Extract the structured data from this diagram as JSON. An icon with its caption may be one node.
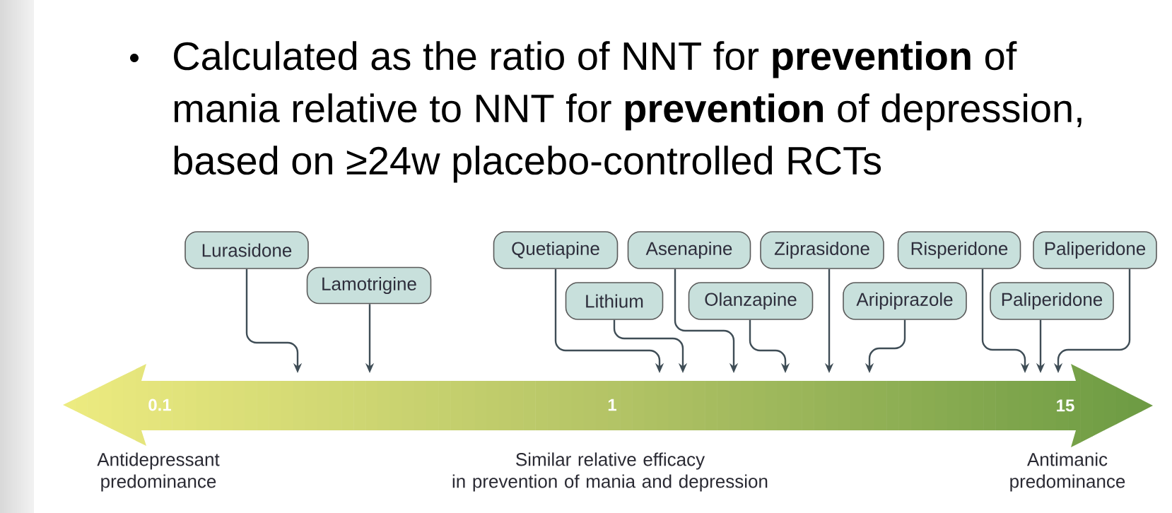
{
  "diagram": {
    "nodes": [
      {
        "text": [
          "Lurasidone"
        ]
      },
      {
        "text": [
          "Lamotrigine"
        ]
      },
      {
        "text": [
          "Quetiapine"
        ]
      },
      {
        "text": [
          "Lithium"
        ]
      },
      {
        "text": [
          "Asenapine"
        ]
      },
      {
        "text": [
          "Olanzapine"
        ]
      },
      {
        "text": [
          "Ziprasidone"
        ]
      },
      {
        "text": [
          "Aripiprazole"
        ]
      },
      {
        "text": [
          "Risperidone"
        ]
      },
      {
        "text": [
          "Paliperidone"
        ]
      },
      {
        "text": [
          "Paliperidone"
        ]
      }
    ],
    "edges": [
      {
        "from": 0,
        "to": null,
        "arrow": "to"
      },
      {
        "from": 1,
        "to": null,
        "arrow": "to"
      },
      {
        "from": 2,
        "to": null,
        "arrow": "to"
      },
      {
        "from": 3,
        "to": null,
        "arrow": "to"
      },
      {
        "from": 4,
        "to": null,
        "arrow": "to"
      },
      {
        "from": 5,
        "to": null,
        "arrow": "to"
      },
      {
        "from": 6,
        "to": null,
        "arrow": "to"
      },
      {
        "from": 7,
        "to": null,
        "arrow": "to"
      },
      {
        "from": 8,
        "to": null,
        "arrow": "to"
      },
      {
        "from": 9,
        "to": null,
        "arrow": "to"
      },
      {
        "from": 10,
        "to": null,
        "arrow": "to"
      }
    ],
    "labels": [
      "Calculated as the ratio of NNT for **prevention** of mania relative to NNT for **prevention** of depression, based on ≥24w placebo-controlled RCTs",
      "0.1",
      "1",
      "15",
      "Antidepressant predominance",
      "Similar relative efficacy in prevention of mania and depression",
      "Antimanic predominance"
    ]
  }
}
